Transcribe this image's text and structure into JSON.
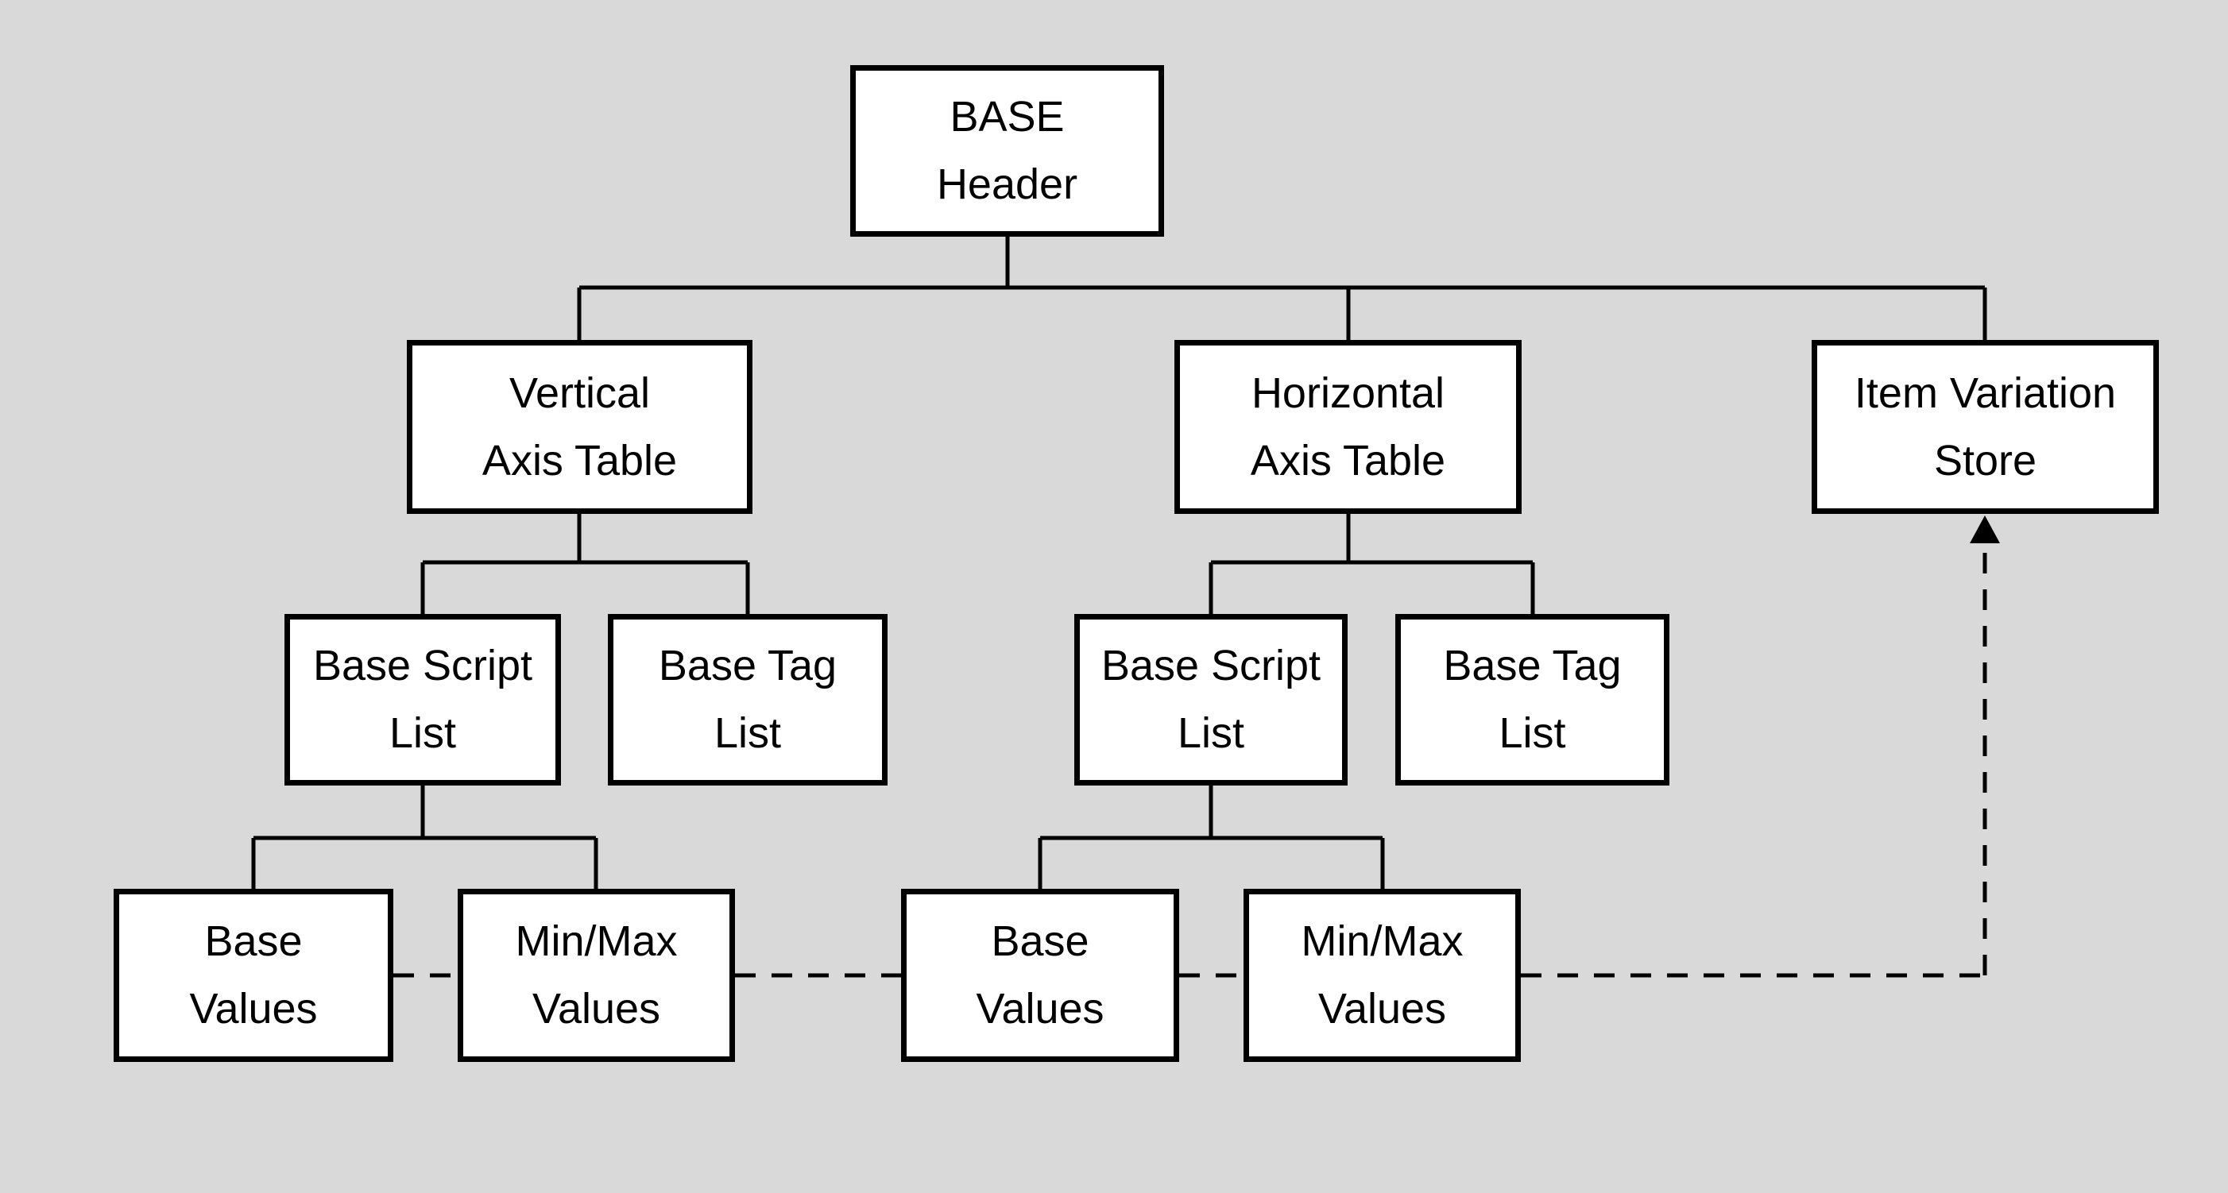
{
  "diagram": {
    "type": "tree",
    "background_color": "#d9d9d9",
    "node_fill_color": "#ffffff",
    "node_border_color": "#000000",
    "connector_color": "#000000",
    "nodes": {
      "base_header": {
        "lines": [
          "BASE",
          "Header"
        ]
      },
      "vertical_axis_table": {
        "lines": [
          "Vertical",
          "Axis Table"
        ]
      },
      "horizontal_axis_table": {
        "lines": [
          "Horizontal",
          "Axis Table"
        ]
      },
      "item_variation_store": {
        "lines": [
          "Item Variation",
          "Store"
        ]
      },
      "base_script_list_vertical": {
        "lines": [
          "Base Script",
          "List"
        ]
      },
      "base_tag_list_vertical": {
        "lines": [
          "Base Tag",
          "List"
        ]
      },
      "base_script_list_horizontal": {
        "lines": [
          "Base Script",
          "List"
        ]
      },
      "base_tag_list_horizontal": {
        "lines": [
          "Base Tag",
          "List"
        ]
      },
      "base_values_vertical": {
        "lines": [
          "Base",
          "Values"
        ]
      },
      "minmax_values_vertical": {
        "lines": [
          "Min/Max",
          "Values"
        ]
      },
      "base_values_horizontal": {
        "lines": [
          "Base",
          "Values"
        ]
      },
      "minmax_values_horizontal": {
        "lines": [
          "Min/Max",
          "Values"
        ]
      }
    },
    "edges": {
      "solid": [
        {
          "from": "base_header",
          "to": "vertical_axis_table"
        },
        {
          "from": "base_header",
          "to": "horizontal_axis_table"
        },
        {
          "from": "base_header",
          "to": "item_variation_store"
        },
        {
          "from": "vertical_axis_table",
          "to": "base_script_list_vertical"
        },
        {
          "from": "vertical_axis_table",
          "to": "base_tag_list_vertical"
        },
        {
          "from": "horizontal_axis_table",
          "to": "base_script_list_horizontal"
        },
        {
          "from": "horizontal_axis_table",
          "to": "base_tag_list_horizontal"
        },
        {
          "from": "base_script_list_vertical",
          "to": "base_values_vertical"
        },
        {
          "from": "base_script_list_vertical",
          "to": "minmax_values_vertical"
        },
        {
          "from": "base_script_list_horizontal",
          "to": "base_values_horizontal"
        },
        {
          "from": "base_script_list_horizontal",
          "to": "minmax_values_horizontal"
        }
      ],
      "dashed": [
        {
          "from": "base_values_vertical",
          "to": "minmax_values_vertical"
        },
        {
          "from": "minmax_values_vertical",
          "to": "base_values_horizontal"
        },
        {
          "from": "base_values_horizontal",
          "to": "minmax_values_horizontal"
        },
        {
          "from": "minmax_values_horizontal",
          "to": "item_variation_store",
          "arrow": "to"
        }
      ]
    }
  }
}
